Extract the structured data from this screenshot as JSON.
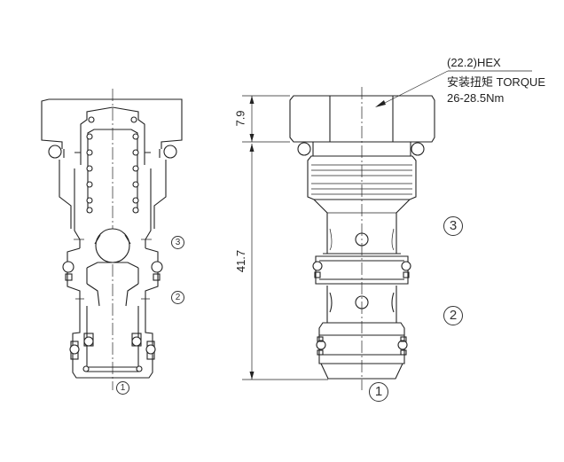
{
  "annotations": {
    "hex_size": "(22.2)HEX",
    "torque_label": "安装扭矩 TORQUE",
    "torque_value": "26-28.5Nm"
  },
  "dimensions": {
    "hex_height": "7.9",
    "body_length": "41.7"
  },
  "ports": {
    "port1": "1",
    "port2": "2",
    "port3": "3"
  }
}
